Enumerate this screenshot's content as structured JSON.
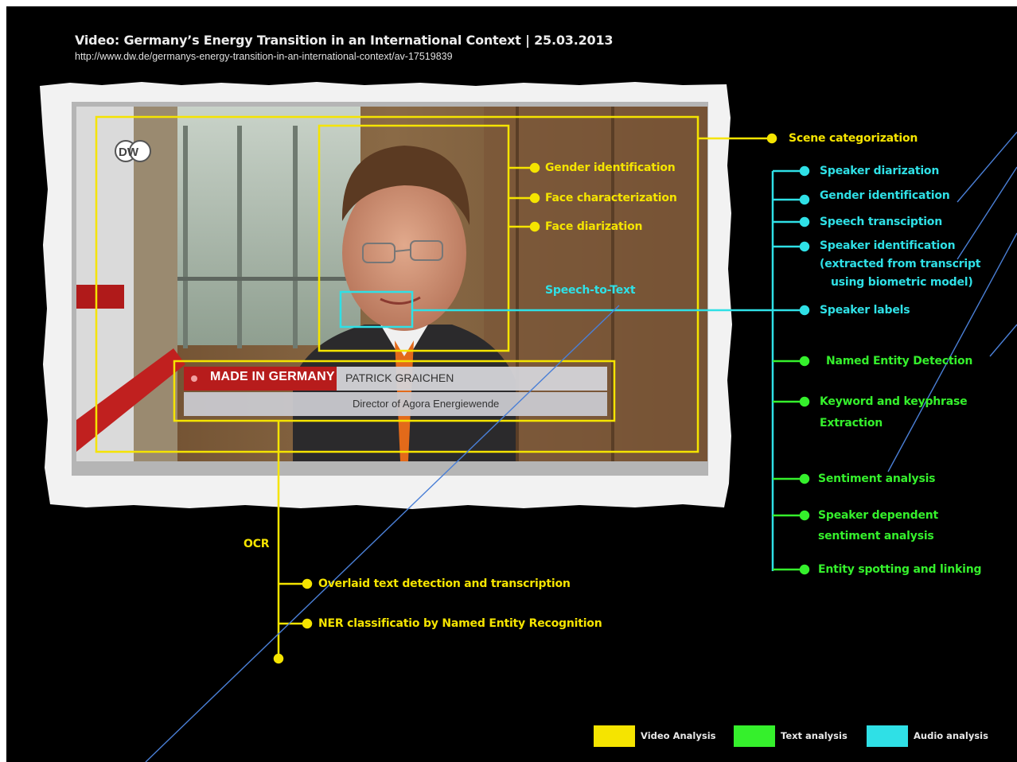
{
  "header": {
    "title": "Video: Germany’s Energy Transition in an International Context | 25.03.2013",
    "url": "http://www.dw.de/germanys-energy-transition-in-an-international-context/av-17519839"
  },
  "video_frame": {
    "logo": "DW",
    "lower_third": {
      "tag": "MADE IN GERMANY",
      "name": "PATRICK GRAICHEN",
      "role": "Director of Agora Energiewende"
    }
  },
  "video_annotations": {
    "scene": "Scene categorization",
    "face_items": [
      "Gender identification",
      "Face characterization",
      "Face diarization"
    ],
    "speech_to_text": "Speech-to-Text",
    "ocr": "OCR",
    "ocr_items": [
      "Overlaid text detection and transcription",
      "NER classificatio by Named Entity Recognition"
    ]
  },
  "audio_panel": {
    "items": [
      "Speaker diarization",
      "Gender identification",
      "Speech transciption",
      "Speaker identification",
      "(extracted from transcript",
      "using biometric model)",
      "Speaker labels"
    ]
  },
  "text_panel": {
    "items": [
      "Named Entity Detection",
      "Keyword and keyphrase",
      "Extraction",
      "Sentiment analysis",
      "Speaker dependent",
      "sentiment analysis",
      "Entity spotting and linking"
    ]
  },
  "legend": [
    {
      "label": "Video Analysis",
      "color": "#f5e400"
    },
    {
      "label": "Text analysis",
      "color": "#35f02c"
    },
    {
      "label": "Audio analysis",
      "color": "#2fe0e6"
    }
  ],
  "colors": {
    "video": "#f5e400",
    "text": "#35f02c",
    "audio": "#2fe0e6",
    "pointer": "#4a7fd6",
    "background": "#000000"
  }
}
